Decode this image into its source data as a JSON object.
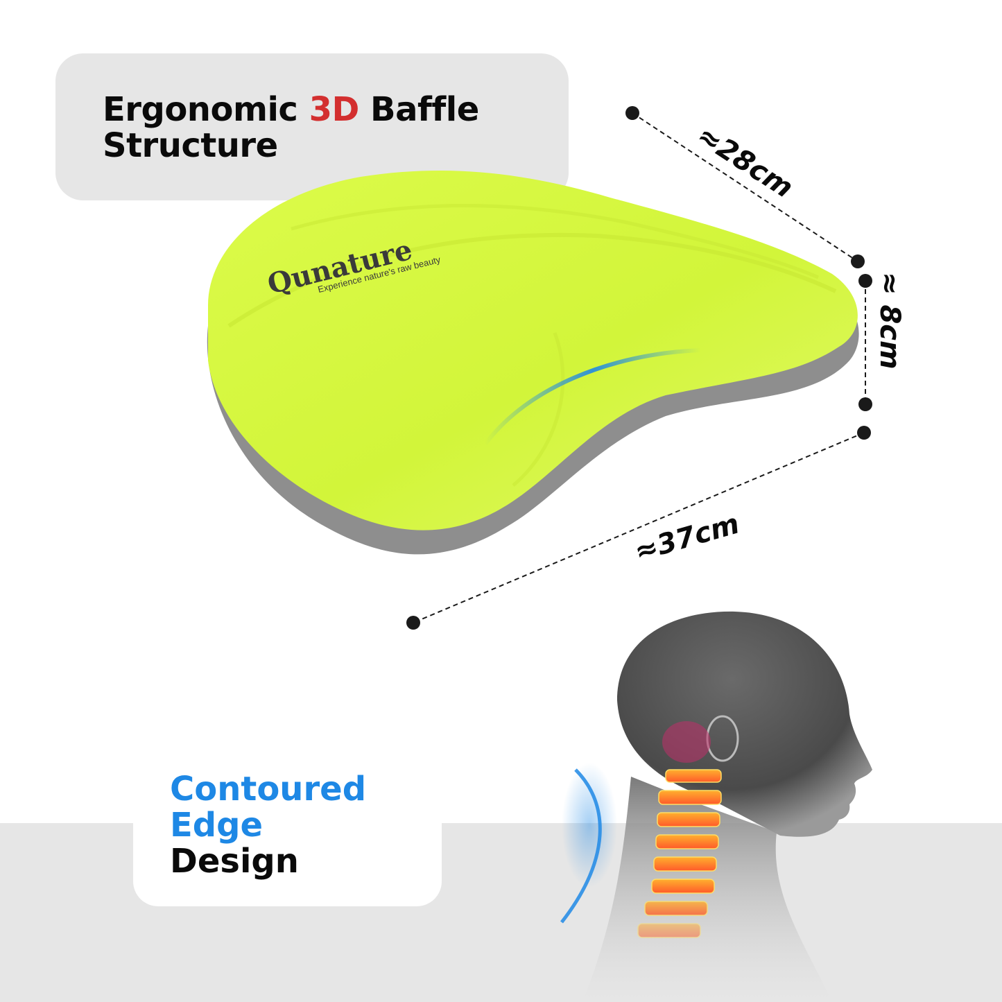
{
  "header": {
    "title_part1": "Ergonomic ",
    "title_accent": "3D",
    "title_part2": " Baffle",
    "title_line2": "Structure",
    "accent_color": "#d32f2f"
  },
  "product": {
    "brand": "Qunature",
    "tagline": "Experience nature's raw beauty",
    "body_color": "#d4f53c",
    "base_color": "#8c8c8c"
  },
  "dimensions": {
    "depth": "≈28cm",
    "height": "≈ 8cm",
    "width": "≈37cm"
  },
  "feature": {
    "line1": "Contoured",
    "line2": "Edge",
    "line3": "Design",
    "accent_color": "#1e88e5"
  },
  "illustration": {
    "subject": "head-and-cervical-spine",
    "highlight_color": "#ff7a1a"
  }
}
